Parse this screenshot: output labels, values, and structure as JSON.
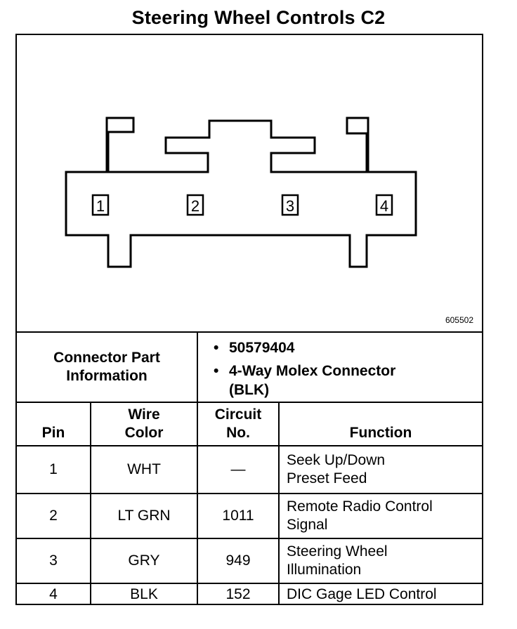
{
  "title": "Steering Wheel Controls C2",
  "figure_id": "605502",
  "pin_labels": [
    "1",
    "2",
    "3",
    "4"
  ],
  "connector_info": {
    "label": "Connector Part Information",
    "bullets": [
      "50579404",
      "4-Way Molex Connector (BLK)"
    ]
  },
  "table": {
    "headers": {
      "pin": "Pin",
      "wire_color": "Wire Color",
      "circuit": "Circuit No.",
      "function": "Function"
    },
    "rows": [
      {
        "pin": "1",
        "wire_color": "WHT",
        "circuit": "—",
        "function": "Seek Up/Down Preset Feed"
      },
      {
        "pin": "2",
        "wire_color": "LT GRN",
        "circuit": "1011",
        "function": "Remote Radio Control Signal"
      },
      {
        "pin": "3",
        "wire_color": "GRY",
        "circuit": "949",
        "function": "Steering Wheel Illumination"
      },
      {
        "pin": "4",
        "wire_color": "BLK",
        "circuit": "152",
        "function": "DIC Gage LED Control"
      }
    ]
  }
}
